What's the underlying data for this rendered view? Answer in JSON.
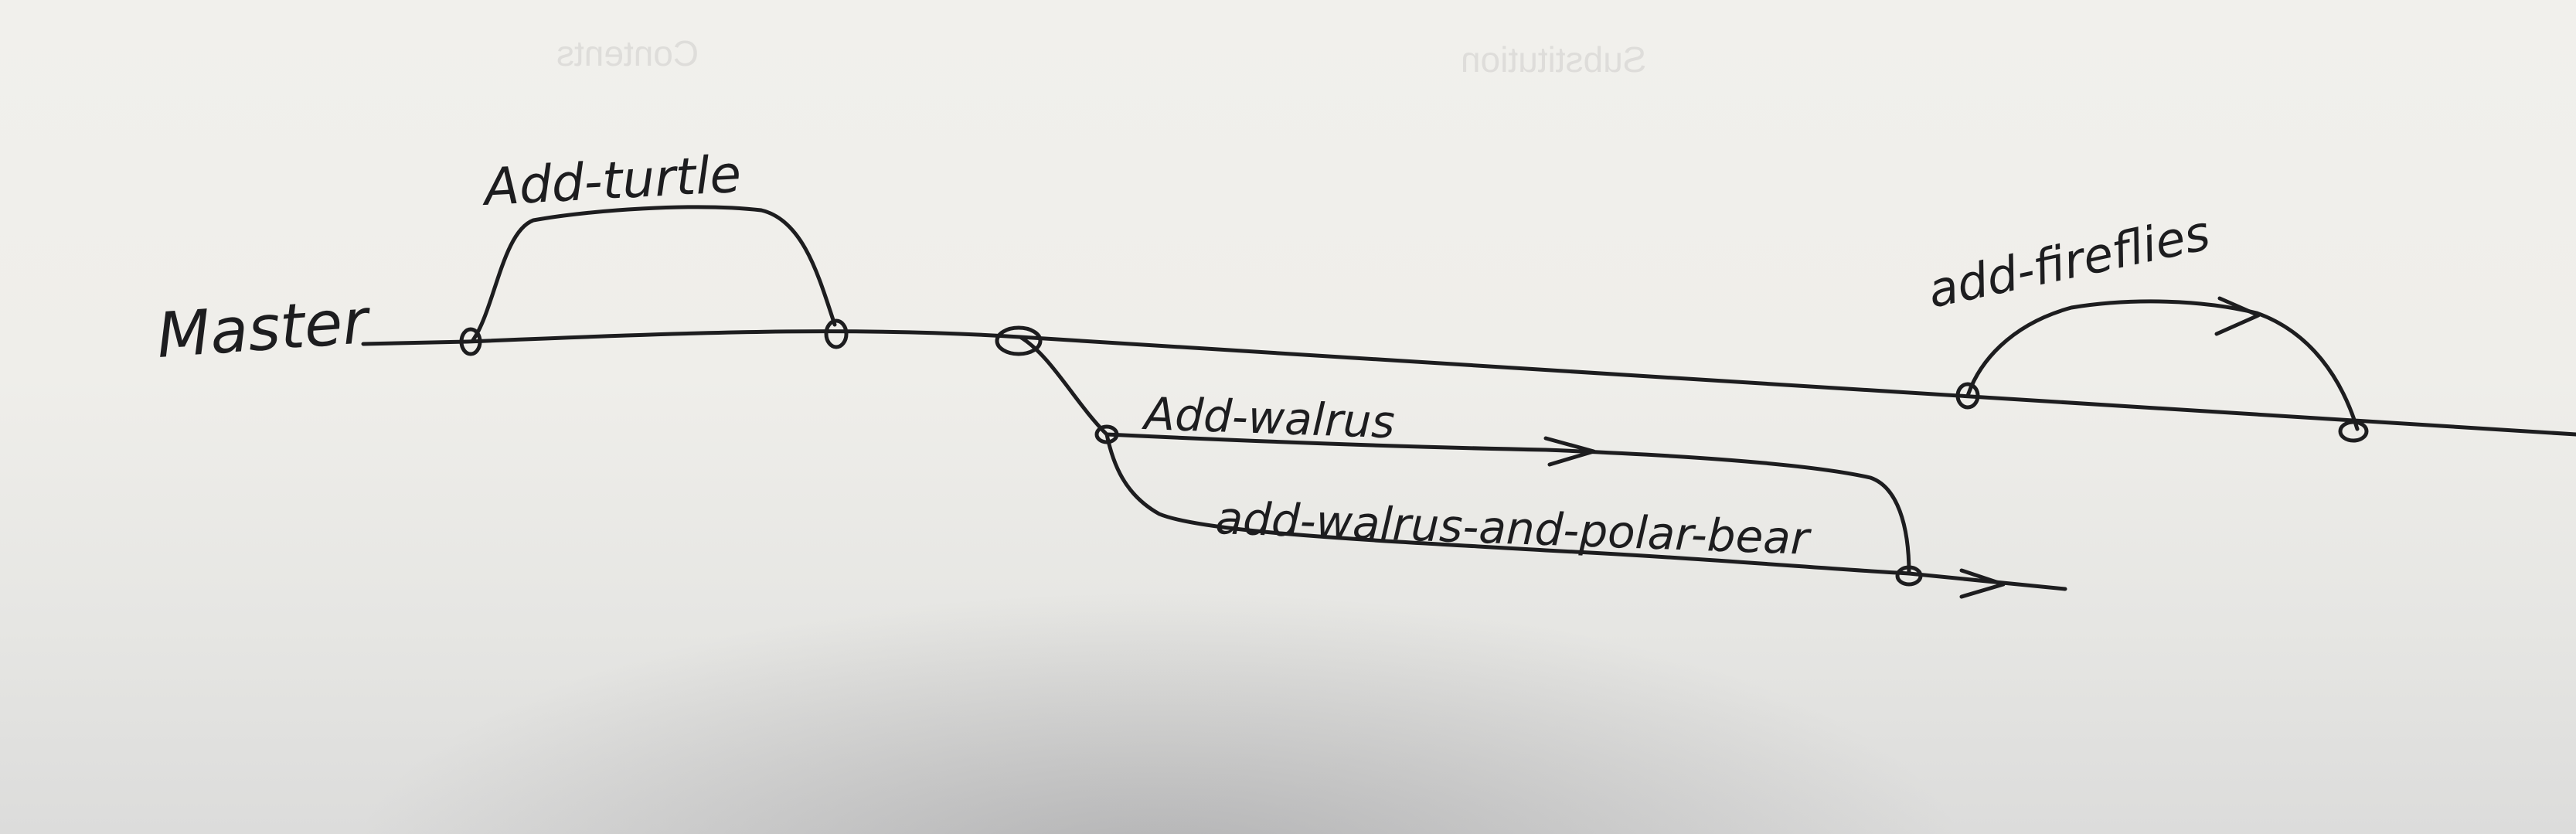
{
  "labels": {
    "master": "Master",
    "add_turtle": "Add-turtle",
    "add_walrus": "Add-walrus",
    "add_walrus_and_polar_bear": "add-walrus-and-polar-bear",
    "add_fireflies": "add-fireflies"
  },
  "bleed_through": {
    "contents": "Contents",
    "substitution": "Substitution"
  },
  "colors": {
    "ink": "#1d1d1f",
    "paper": "#efeeea"
  }
}
